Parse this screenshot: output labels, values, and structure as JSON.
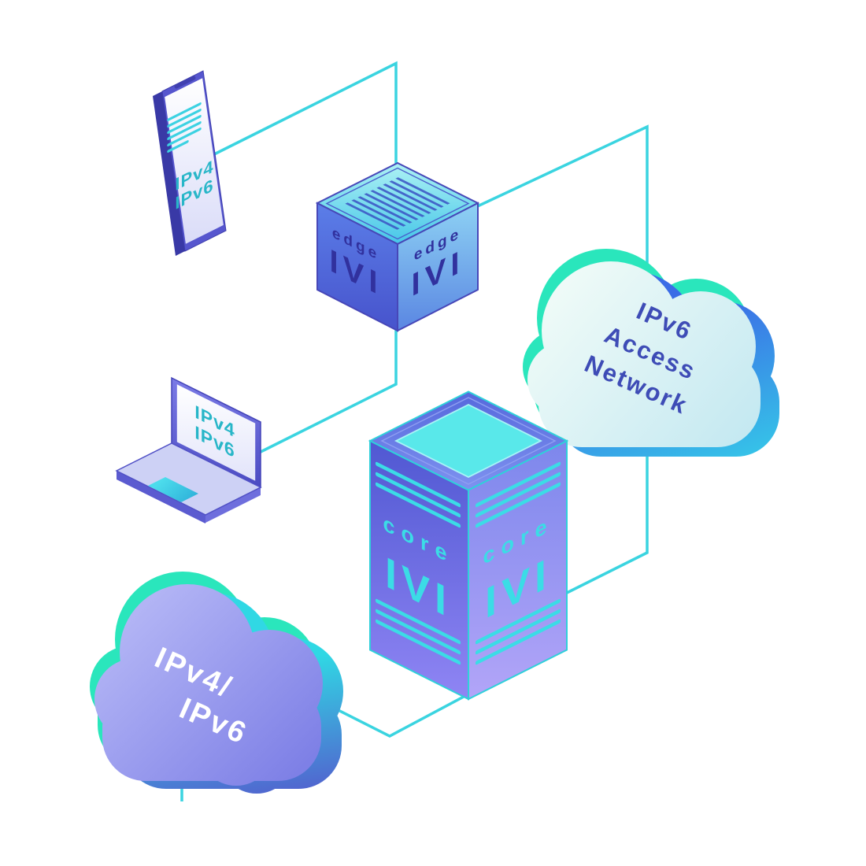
{
  "colors": {
    "background": "#ffffff",
    "connector_cyan": "#3ad4e0",
    "cube_edge_indigo": "#4747b8",
    "server_edge_teal": "#2fd0da",
    "device_label_teal": "#28b6c8",
    "cube_label_indigo": "#31319e",
    "server_label_cyan": "#3bdce6",
    "ipv6_cloud_text": "#3e4cb6",
    "ipv4_cloud_text": "#ffffff",
    "teal_accent": "#2ae6bc"
  },
  "devices": {
    "phone": {
      "label": [
        "IPv4",
        "IPv6"
      ]
    },
    "laptop": {
      "label": [
        "IPv4",
        "IPv6"
      ]
    },
    "edge_router": {
      "left_face": {
        "role": "edge",
        "name": "IVI"
      },
      "right_face": {
        "role": "edge",
        "name": "IVI"
      }
    },
    "core_router": {
      "left_face": {
        "role": "core",
        "name": "IVI"
      },
      "right_face": {
        "role": "core",
        "name": "IVI"
      }
    },
    "ipv6_cloud": {
      "label": [
        "IPv6",
        "Access",
        "Network"
      ]
    },
    "ipv4_cloud": {
      "label": [
        "IPv4/",
        "IPv6"
      ]
    }
  }
}
